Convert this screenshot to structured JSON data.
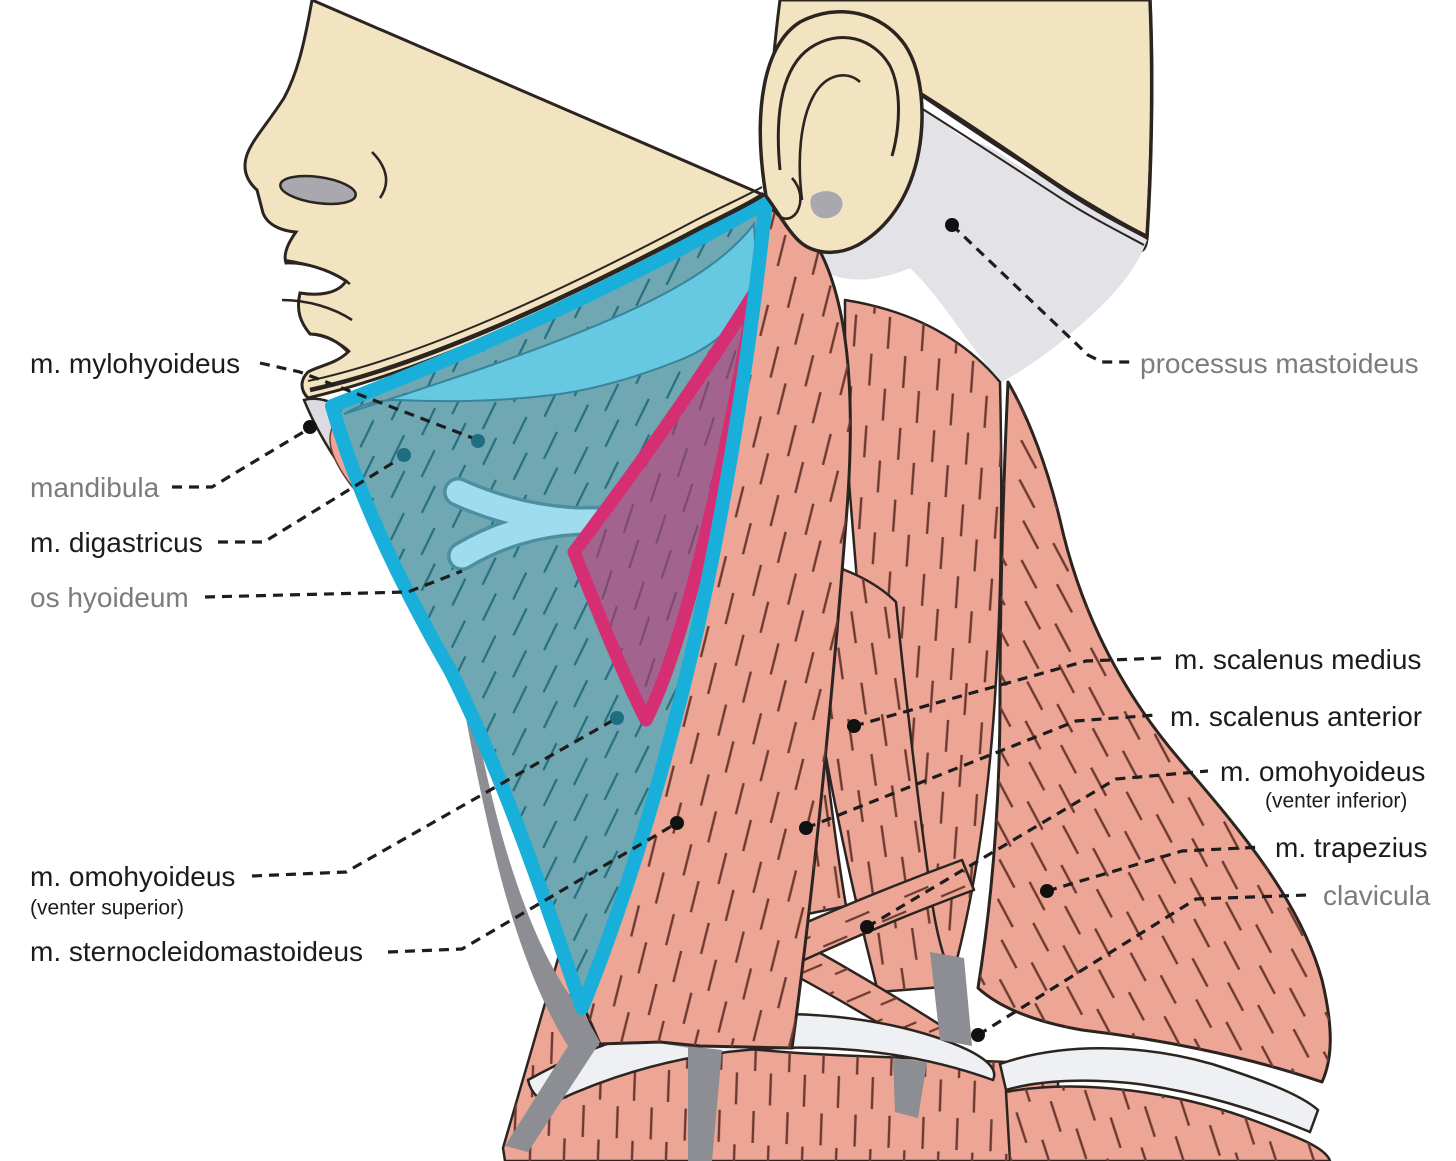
{
  "figure": {
    "description": "Anatomical diagram of the lateral neck with the anterior (blue) and carotid (magenta) triangles highlighted",
    "labels": {
      "mylohyoideus": "m. mylohyoideus",
      "mandibula": "mandibula",
      "digastricus": "m. digastricus",
      "os_hyoideum": "os hyoideum",
      "omohyoideus_superior": "m. omohyoideus",
      "omohyoideus_superior_sub": "(venter superior)",
      "sternocleidomastoideus": "m. sternocleidomastoideus",
      "processus_mastoideus": "processus mastoideus",
      "scalenus_medius": "m. scalenus medius",
      "scalenus_anterior": "m. scalenus anterior",
      "omohyoideus_inferior": "m. omohyoideus",
      "omohyoideus_inferior_sub": "(venter inferior)",
      "trapezius": "m. trapezius",
      "clavicula": "clavicula"
    },
    "colors": {
      "label_black": "#1c1c1c",
      "label_gray": "#7c7c7e",
      "triangle_cyan": "#18b0da",
      "triangle_cyan_light": "#67c8e2",
      "triangle_teal_fill": "#6fa7b2",
      "triangle_magenta": "#d62e72",
      "triangle_magenta_fill": "#a2648f",
      "hyoid_blue": "#9edcee",
      "skin": "#f2e4c0",
      "muscle_pink": "#eda595",
      "muscle_fiber": "#6b3a30",
      "bone_light_gray": "#e3e2e7",
      "shadow_gray": "#8d8d94",
      "clavicle_white": "#eef0f3"
    }
  }
}
